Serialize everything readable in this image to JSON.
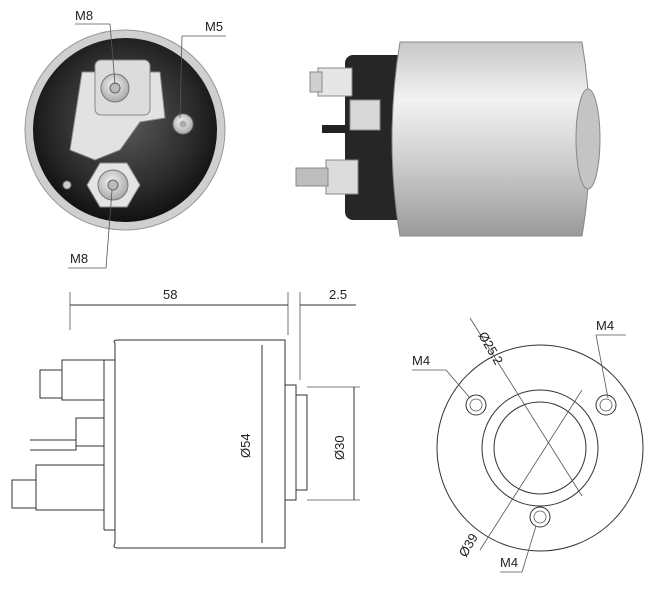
{
  "views": {
    "end_view": {
      "labels": {
        "top_terminal": "M8",
        "small_terminal": "M5",
        "bottom_terminal": "M8"
      }
    },
    "side_dimensions": {
      "length": "58",
      "boss_length": "2.5",
      "body_diameter": "Ø54",
      "boss_diameter": "Ø30"
    },
    "flange_view": {
      "inner_diameter": "Ø25.2",
      "outer_diameter": "Ø39",
      "hole_left": "M4",
      "hole_right": "M4",
      "hole_bottom": "M4"
    }
  },
  "colors": {
    "body_dark": "#2b2b2b",
    "metal_light": "#d9d9d9",
    "metal_mid": "#b5b5b5",
    "line": "#333333"
  }
}
